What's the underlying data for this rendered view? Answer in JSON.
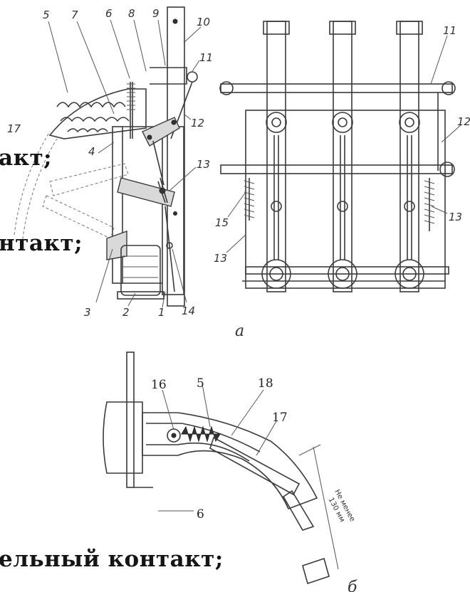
{
  "figure": {
    "overlay_lines": {
      "line1": "акт;",
      "line2": "нтакт;",
      "line3": "ельный контакт;"
    },
    "caption_a": "a",
    "caption_b": "б",
    "labels_a": [
      "5",
      "7",
      "6",
      "8",
      "9",
      "10",
      "11",
      "12",
      "17",
      "4",
      "13",
      "3",
      "2",
      "1",
      "14"
    ],
    "labels_right": [
      "11",
      "12",
      "15",
      "13",
      "13"
    ],
    "labels_b": [
      "16",
      "5",
      "18",
      "17",
      "6"
    ],
    "distance_note": [
      "Не менее",
      "130 мм"
    ]
  }
}
